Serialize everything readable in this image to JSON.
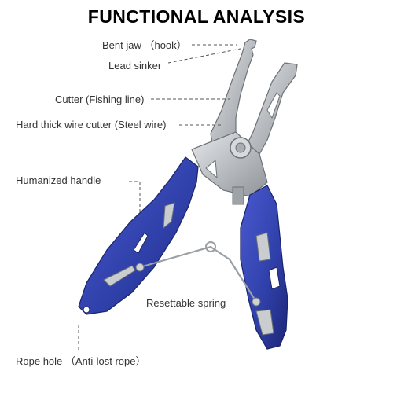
{
  "title": "FUNCTIONAL ANALYSIS",
  "labels": {
    "bent_jaw": "Bent jaw （hook）",
    "lead_sinker": "Lead sinker",
    "cutter": "Cutter (Fishing line)",
    "wire_cutter": "Hard thick wire cutter (Steel wire)",
    "handle": "Humanized handle",
    "spring": "Resettable spring",
    "rope_hole": "Rope hole （Anti-lost rope）"
  },
  "colors": {
    "handle_blue": "#2f3fa8",
    "handle_dark": "#1f2a80",
    "steel": "#bfc3c6",
    "steel_dark": "#8a8f93",
    "leader_line": "#555555"
  }
}
